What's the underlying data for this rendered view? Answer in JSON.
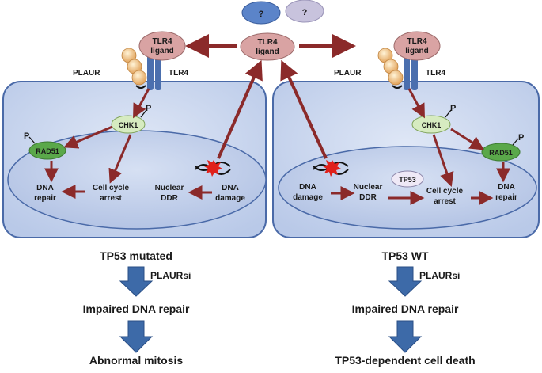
{
  "top_questions": [
    "?",
    "?"
  ],
  "labels": {
    "tlr4_ligand_line1": "TLR4",
    "tlr4_ligand_line2": "ligand",
    "plaur": "PLAUR",
    "tlr4": "TLR4",
    "chk1": "CHK1",
    "rad51": "RAD51",
    "tp53": "TP53",
    "phospho": "P"
  },
  "left_panel": {
    "dna_repair": [
      "DNA",
      "repair"
    ],
    "cell_cycle_arrest": [
      "Cell cycle",
      "arrest"
    ],
    "nuclear_ddr": [
      "Nuclear",
      "DDR"
    ],
    "dna_damage": [
      "DNA",
      "damage"
    ],
    "title": "TP53 mutated",
    "step1_label": "PLAURsi",
    "step1": "Impaired DNA repair",
    "step2": "Abnormal mitosis"
  },
  "right_panel": {
    "dna_damage": [
      "DNA",
      "damage"
    ],
    "nuclear_ddr": [
      "Nuclear",
      "DDR"
    ],
    "cell_cycle_arrest": [
      "Cell cycle",
      "arrest"
    ],
    "dna_repair": [
      "DNA",
      "repair"
    ],
    "title": "TP53 WT",
    "step1_label": "PLAURsi",
    "step1": "Impaired DNA repair",
    "step2": "TP53-dependent cell death"
  },
  "colors": {
    "cell_fill": "#c9d6ee",
    "cell_stroke": "#4a6aa8",
    "ligand": "#d9a3a3",
    "arrow": "#8b2a2a",
    "chk1": "#d6ebc0",
    "rad51": "#5aa84a",
    "flow_arrow": "#3d6aa8",
    "q_blue": "#5b84c9",
    "q_lilac": "#c8c3dd"
  }
}
